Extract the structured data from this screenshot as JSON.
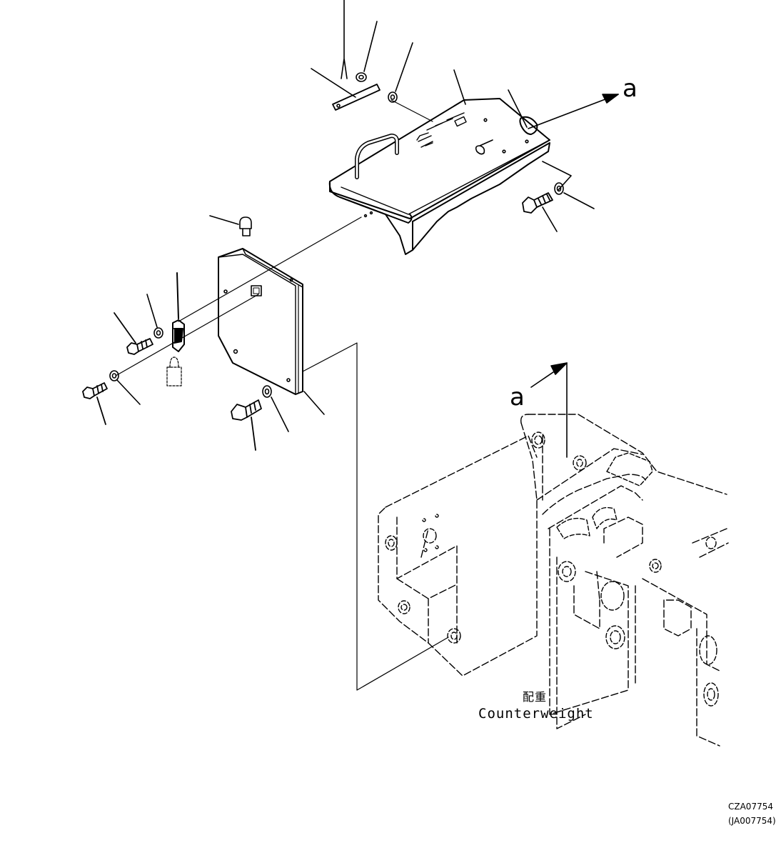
{
  "labels": {
    "view_ref_top": "a",
    "view_ref_mid": "a",
    "part_name_ja": "配重",
    "part_name_en": "Counterweight",
    "drawing_code": "CZA07754",
    "drawing_code_alt": "(JA007754)"
  },
  "style": {
    "line_color": "#000000",
    "background": "#ffffff"
  }
}
